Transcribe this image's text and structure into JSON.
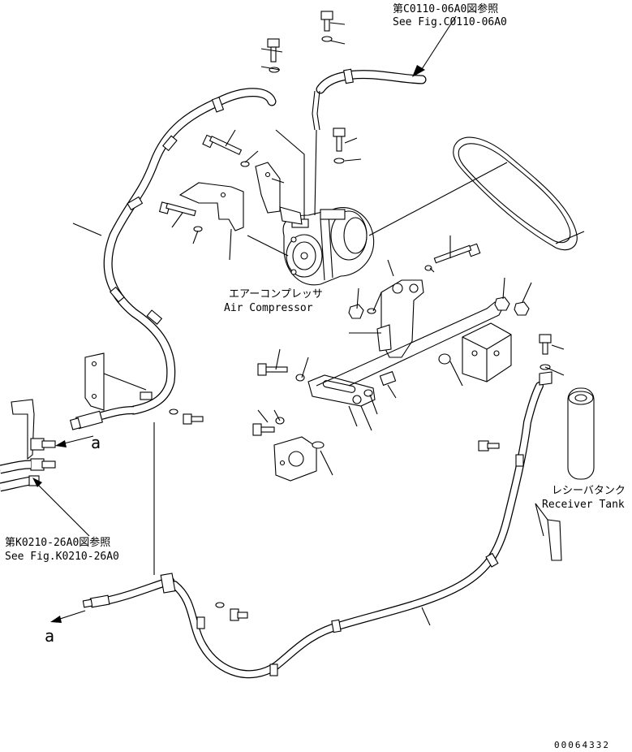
{
  "labels": {
    "ref_c0110_jp": "第C0110-06A0図参照",
    "ref_c0110_en": "See Fig.C0110-06A0",
    "air_compressor_jp": "エアーコンプレッサ",
    "air_compressor_en": "Air Compressor",
    "receiver_tank_jp": "レシーバタンク",
    "receiver_tank_en": "Receiver Tank",
    "ref_k0210_jp": "第K0210-26A0図参照",
    "ref_k0210_en": "See Fig.K0210-26A0",
    "connector_a_upper": "a",
    "connector_a_lower": "a",
    "drawing_number": "00064332"
  }
}
